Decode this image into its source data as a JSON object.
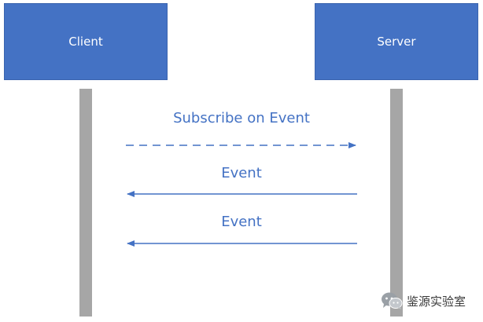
{
  "actors": {
    "client": {
      "label": "Client"
    },
    "server": {
      "label": "Server"
    }
  },
  "messages": [
    {
      "label": "Subscribe on Event",
      "from": "client",
      "to": "server",
      "style": "dashed"
    },
    {
      "label": "Event",
      "from": "server",
      "to": "client",
      "style": "solid"
    },
    {
      "label": "Event",
      "from": "server",
      "to": "client",
      "style": "solid"
    }
  ],
  "watermark": {
    "text": "鉴源实验室",
    "icon": "wechat-icon"
  },
  "colors": {
    "actor_fill": "#4472C4",
    "lifeline": "#A6A6A6",
    "arrow": "#4472C4",
    "label": "#4472C4"
  }
}
